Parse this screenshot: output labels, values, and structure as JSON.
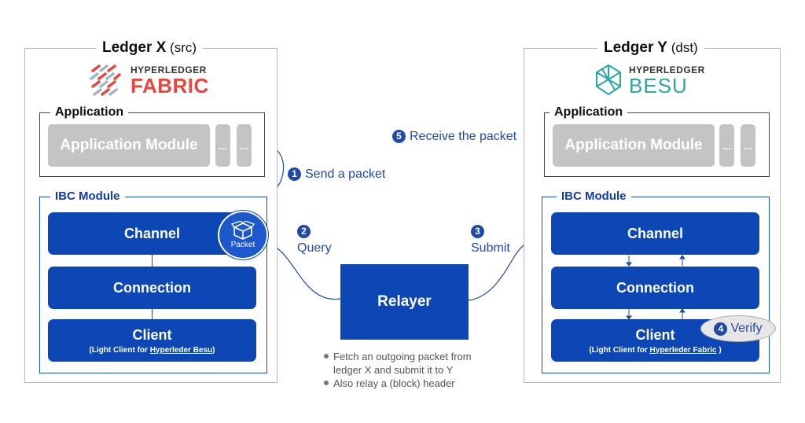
{
  "ledger_x": {
    "name": "Ledger X",
    "role": "(src)",
    "logo_top": "HYPERLEDGER",
    "logo_bottom": "FABRIC",
    "application_title": "Application",
    "app_module": "Application Module",
    "ellipsis_1": "...",
    "ellipsis_2": "...",
    "ibc_title": "IBC Module",
    "channel": "Channel",
    "packet_label": "Packet",
    "connection": "Connection",
    "client": "Client",
    "client_sub_prefix": "(Light Client for ",
    "client_sub_link": "Hyperleder Besu",
    "client_sub_suffix": ")"
  },
  "ledger_y": {
    "name": "Ledger Y",
    "role": "(dst)",
    "logo_top": "HYPERLEDGER",
    "logo_bottom": "BESU",
    "application_title": "Application",
    "app_module": "Application Module",
    "ellipsis_1": "...",
    "ellipsis_2": "...",
    "ibc_title": "IBC Module",
    "channel": "Channel",
    "connection": "Connection",
    "client": "Client",
    "client_sub_prefix": "(Light Client for ",
    "client_sub_link": "Hyperleder Fabric",
    "client_sub_suffix": " )"
  },
  "relayer": {
    "label": "Relayer",
    "notes": [
      "Fetch an outgoing packet from ledger X and submit it to Y",
      "Also relay a (block) header"
    ]
  },
  "steps": {
    "s1": {
      "num": "1",
      "label": "Send a packet"
    },
    "s2": {
      "num": "2",
      "label": "Query"
    },
    "s3": {
      "num": "3",
      "label": "Submit"
    },
    "s4": {
      "num": "4",
      "label": "Verify"
    },
    "s5": {
      "num": "5",
      "label": "Receive the packet"
    }
  },
  "colors": {
    "ibc_blue": "#0d47b5",
    "step_blue": "#1f4aa8",
    "fabric_red": "#e9463e",
    "besu_teal": "#2aa7a5",
    "grey_module": "#c4c4c4"
  }
}
